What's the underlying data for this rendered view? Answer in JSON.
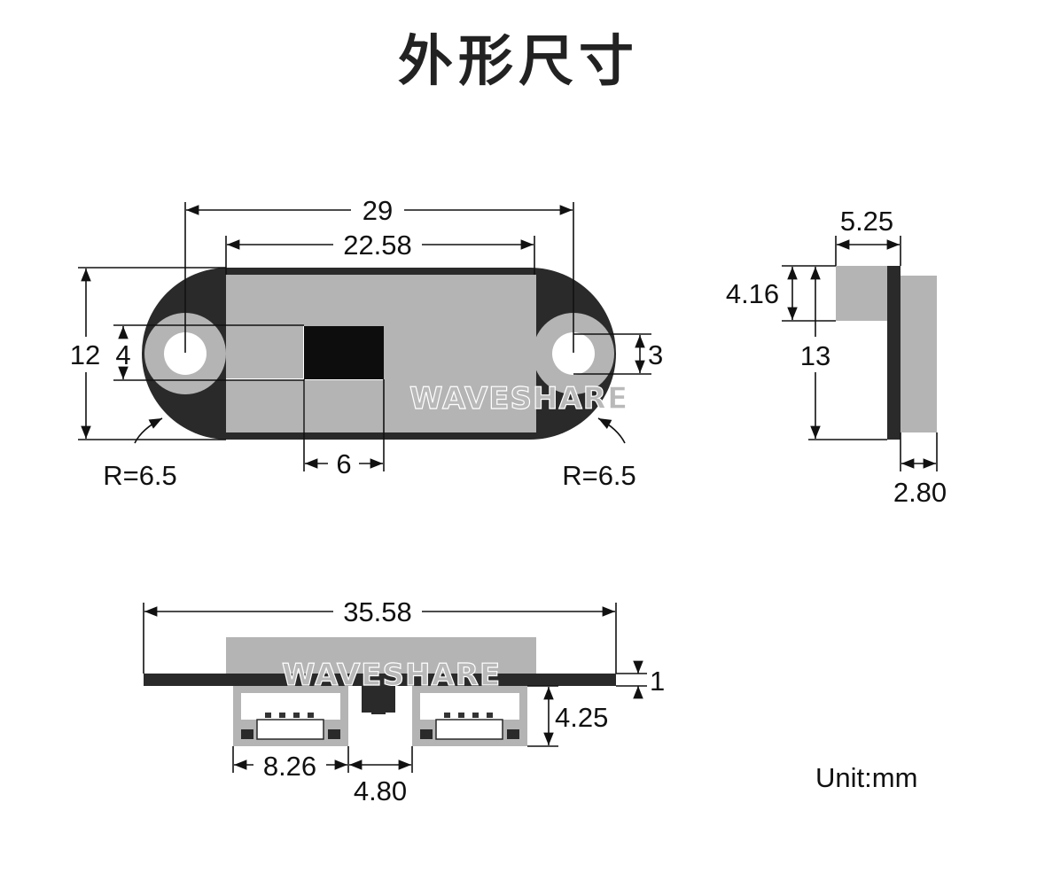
{
  "title": "外形尺寸",
  "watermark": "WAVESHARE",
  "unit_label": "Unit:mm",
  "colors": {
    "board": "#2a2a2a",
    "component": "#b4b4b4",
    "hole": "#ffffff",
    "line": "#111111"
  },
  "top_view": {
    "overall_width": "29",
    "sensor_width": "22.58",
    "height": "12",
    "left_hole_spacing": "4",
    "right_hole_diameter": "3",
    "window_width": "6",
    "radius_left": "R=6.5",
    "radius_right": "R=6.5"
  },
  "side_view": {
    "width": "5.25",
    "top_height": "4.16",
    "total_height": "13",
    "bottom_width": "2.80"
  },
  "bottom_view": {
    "overall_length": "35.58",
    "board_thickness": "1",
    "connector_height": "4.25",
    "connector_width": "8.26",
    "connector_gap": "4.80"
  }
}
